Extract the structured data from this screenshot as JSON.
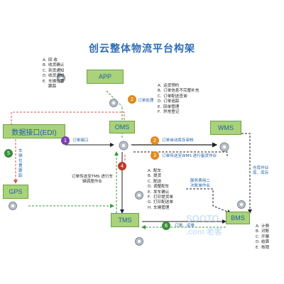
{
  "title": "创云整体物流平台构架",
  "nodes": {
    "app": "APP",
    "edi": "数据接口(EDI)",
    "oms": "OMS",
    "wms": "WMS",
    "gps": "GPS",
    "tms": "TMS",
    "bms": "BMS"
  },
  "lists": {
    "app": [
      {
        "k": "A.",
        "t": "回    收"
      },
      {
        "k": "B.",
        "t": "收货确认"
      },
      {
        "k": "C.",
        "t": "到货通知"
      },
      {
        "k": "D.",
        "t": "收货通知"
      },
      {
        "k": "E.",
        "t": "车辆位置"
      },
      {
        "k": "",
        "t": "跟踪"
      }
    ],
    "oms": [
      {
        "k": "A.",
        "t": "运货预约"
      },
      {
        "k": "B.",
        "t": "订单信息不完整补充"
      },
      {
        "k": "C.",
        "t": "订单配送查询"
      },
      {
        "k": "D.",
        "t": "订单追踪"
      },
      {
        "k": "E.",
        "t": "回单管理"
      },
      {
        "k": "F.",
        "t": "异常登记"
      }
    ],
    "tms": [
      {
        "k": "A.",
        "t": "配车"
      },
      {
        "k": "B.",
        "t": "提货"
      },
      {
        "k": "C.",
        "t": "配送"
      },
      {
        "k": "D.",
        "t": "调整配车"
      },
      {
        "k": "E.",
        "t": "发车确认"
      },
      {
        "k": "F.",
        "t": "打印提货单"
      },
      {
        "k": "G.",
        "t": "打印配送单"
      },
      {
        "k": "H.",
        "t": "车辆管理"
      }
    ],
    "bms": [
      {
        "k": "A.",
        "t": "计费"
      },
      {
        "k": "B.",
        "t": "对账"
      },
      {
        "k": "C.",
        "t": "开票"
      },
      {
        "k": "D.",
        "t": "结算"
      },
      {
        "k": "E.",
        "t": "核销"
      }
    ]
  },
  "steps": [
    "1",
    "2",
    "2",
    "3",
    "4",
    "5",
    "6"
  ],
  "labels": {
    "order_processing": "订单处理",
    "order_interface": "订单接口",
    "order_to_wms": "订单传送至WMS 进行备货作业",
    "order_auto_review": "订单自动库存审核",
    "order_to_tms": "订单传送至TMS 进行车辆调度作业",
    "vehicle_location": "车辆位置跟踪",
    "service_fee": "服务费用二次账单作业",
    "warehouse_fee": "仓库作业库、库存",
    "order_pickup_return": "订单、运单"
  },
  "watermark": {
    "main": "SOOTO",
    "sub": ".com 老客"
  },
  "colors": {
    "node_fill": "#a9d27a",
    "node_text": "#1f5fa5",
    "title": "#2f6db5",
    "step_purple": "#7a3fb0",
    "step_orange": "#e08a1e",
    "step_red": "#c0392b",
    "step_green": "#3b8f3b",
    "dash_red": "#d9534f",
    "dash_green": "#3a9a3a"
  }
}
